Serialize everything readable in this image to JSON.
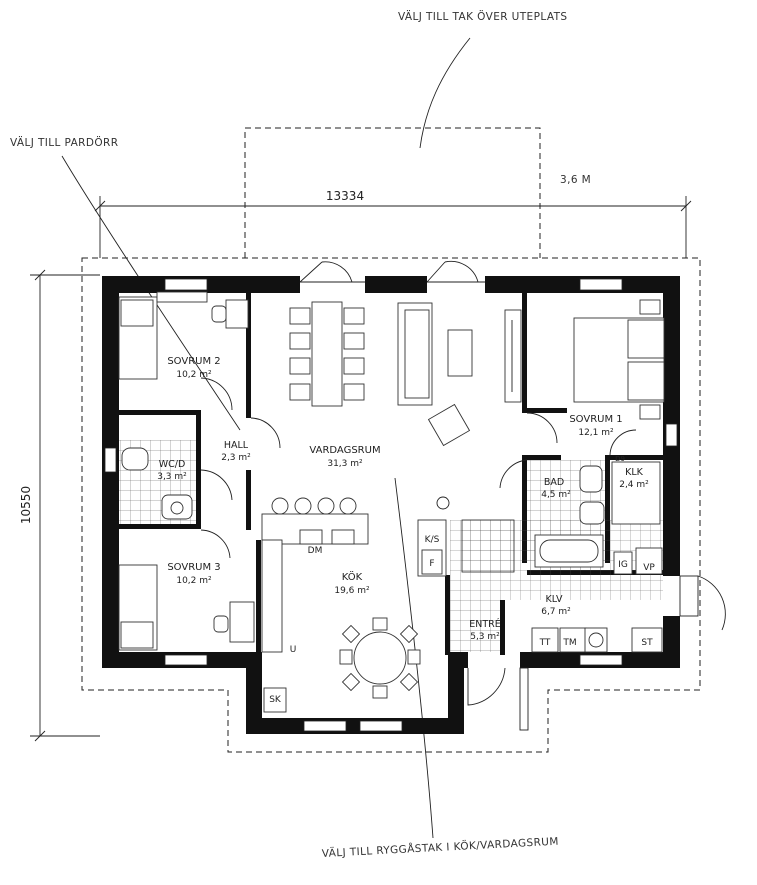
{
  "annotations": {
    "roof_over_patio": "VÄLJ TILL TAK ÖVER UTEPLATS",
    "patio_depth": "3,6 M",
    "double_door": "VÄLJ TILL PARDÖRR",
    "ridge_roof": "VÄLJ TILL RYGGÅSTAK I KÖK/VARDAGSRUM"
  },
  "dimensions": {
    "width": "13334",
    "depth": "10550"
  },
  "rooms": {
    "sovrum2": {
      "name": "SOVRUM 2",
      "area": "10,2 m²"
    },
    "wc": {
      "name": "WC/D",
      "area": "3,3 m²"
    },
    "sovrum3": {
      "name": "SOVRUM 3",
      "area": "10,2 m²"
    },
    "hall": {
      "name": "HALL",
      "area": "2,3 m²"
    },
    "vardagsrum": {
      "name": "VARDAGSRUM",
      "area": "31,3 m²"
    },
    "kok": {
      "name": "KÖK",
      "area": "19,6 m²"
    },
    "sovrum1": {
      "name": "SOVRUM 1",
      "area": "12,1 m²"
    },
    "bad": {
      "name": "BAD",
      "area": "4,5 m²"
    },
    "klk": {
      "name": "KLK",
      "area": "2,4 m²"
    },
    "klv": {
      "name": "KLV",
      "area": "6,7 m²"
    },
    "entre": {
      "name": "ENTRÉ",
      "area": "5,3 m²"
    }
  },
  "fixtures": {
    "dm": "DM",
    "ks": "K/S",
    "f": "F",
    "u": "U",
    "sk": "SK",
    "d9": "D9",
    "ig": "IG",
    "vp": "VP",
    "tt": "TT",
    "tm": "TM",
    "st": "ST"
  }
}
